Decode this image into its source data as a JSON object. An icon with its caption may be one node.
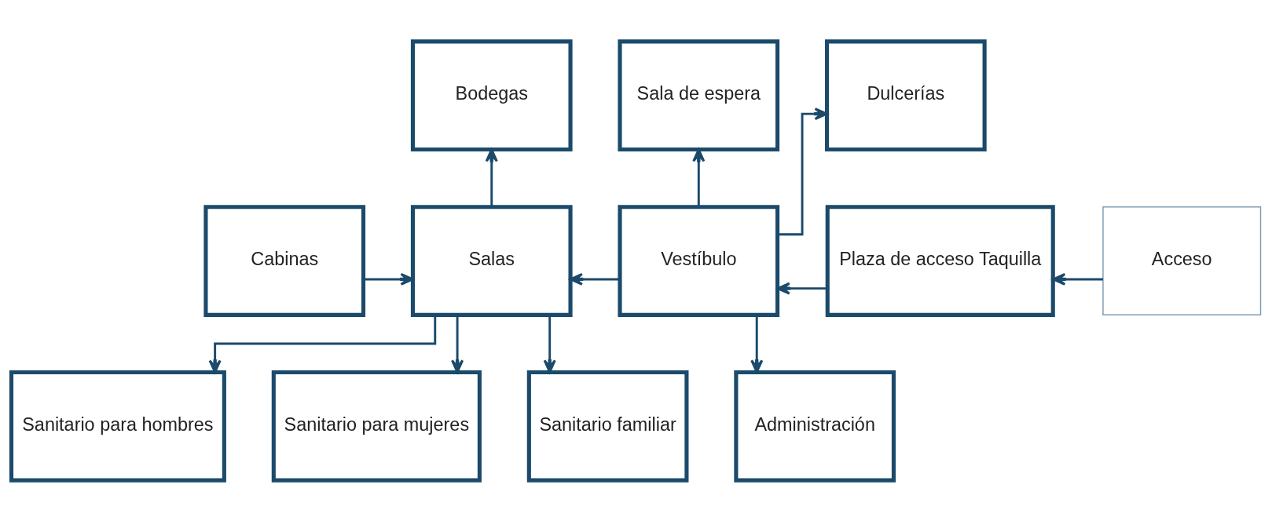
{
  "diagram": {
    "nodes": [
      {
        "text": [
          "Bodegas"
        ]
      },
      {
        "text": [
          "Sala de espera"
        ]
      },
      {
        "text": [
          "Dulcerías"
        ]
      },
      {
        "text": [
          "Cabinas"
        ]
      },
      {
        "text": [
          "Salas"
        ]
      },
      {
        "text": [
          "Vestíbulo"
        ]
      },
      {
        "text": [
          "Plaza de acceso Taquilla"
        ]
      },
      {
        "text": [
          "Acceso"
        ]
      },
      {
        "text": [
          "Sanitario para hombres"
        ]
      },
      {
        "text": [
          "Sanitario para mujeres"
        ]
      },
      {
        "text": [
          "Sanitario familiar"
        ]
      },
      {
        "text": [
          "Administración"
        ]
      }
    ],
    "edges": [
      {
        "from": 3,
        "to": 4,
        "arrow": "to"
      },
      {
        "from": 4,
        "to": 0,
        "arrow": "to"
      },
      {
        "from": 5,
        "to": 4,
        "arrow": "to"
      },
      {
        "from": 5,
        "to": 1,
        "arrow": "to"
      },
      {
        "from": 5,
        "to": 2,
        "arrow": "to"
      },
      {
        "from": 6,
        "to": 5,
        "arrow": "to"
      },
      {
        "from": 7,
        "to": 6,
        "arrow": "to"
      },
      {
        "from": 4,
        "to": 8,
        "arrow": "to"
      },
      {
        "from": 4,
        "to": 9,
        "arrow": "to"
      },
      {
        "from": 4,
        "to": 10,
        "arrow": "to"
      },
      {
        "from": 5,
        "to": 11,
        "arrow": "to"
      }
    ]
  }
}
